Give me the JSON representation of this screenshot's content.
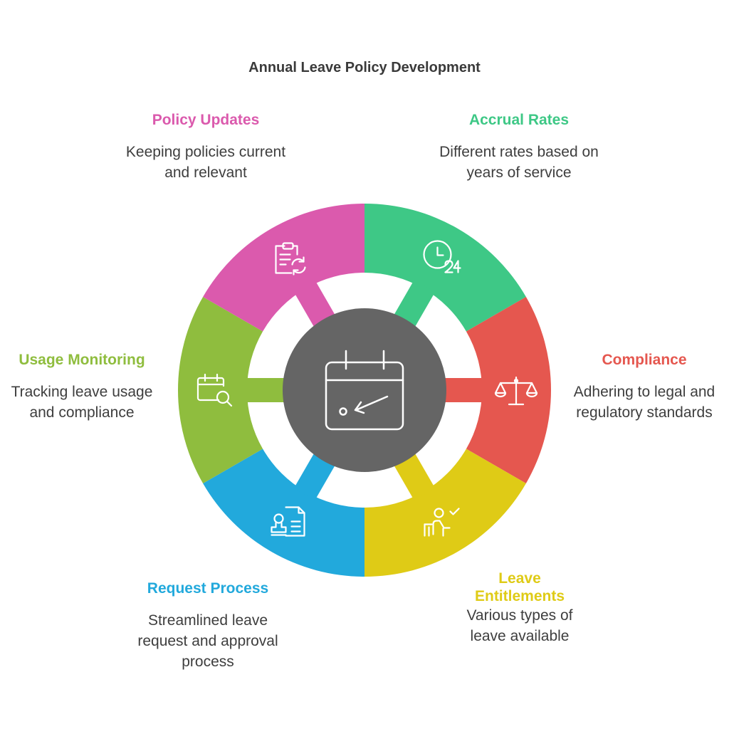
{
  "title": "Annual Leave Policy Development",
  "center_icon": "calendar-arrow-icon",
  "segments": [
    {
      "id": "accrual",
      "title": "Accrual Rates",
      "description": "Different rates based on years of service",
      "color": "#3ec886",
      "icon": "clock-24-icon"
    },
    {
      "id": "compliance",
      "title": "Compliance",
      "description": "Adhering to legal and regulatory standards",
      "color": "#e5574f",
      "icon": "scales-icon"
    },
    {
      "id": "entitlements",
      "title": "Leave Entitlements",
      "description": "Various types of leave available",
      "color": "#dfcb16",
      "icon": "person-desk-check-icon"
    },
    {
      "id": "request",
      "title": "Request Process",
      "description": "Streamlined leave request and approval process",
      "color": "#22a9dc",
      "icon": "document-stamp-icon"
    },
    {
      "id": "usage",
      "title": "Usage Monitoring",
      "description": "Tracking leave usage and compliance",
      "color": "#8fbd3e",
      "icon": "calendar-search-icon"
    },
    {
      "id": "updates",
      "title": "Policy Updates",
      "description": "Keeping policies current and relevant",
      "color": "#db5aad",
      "icon": "clipboard-refresh-icon"
    }
  ]
}
